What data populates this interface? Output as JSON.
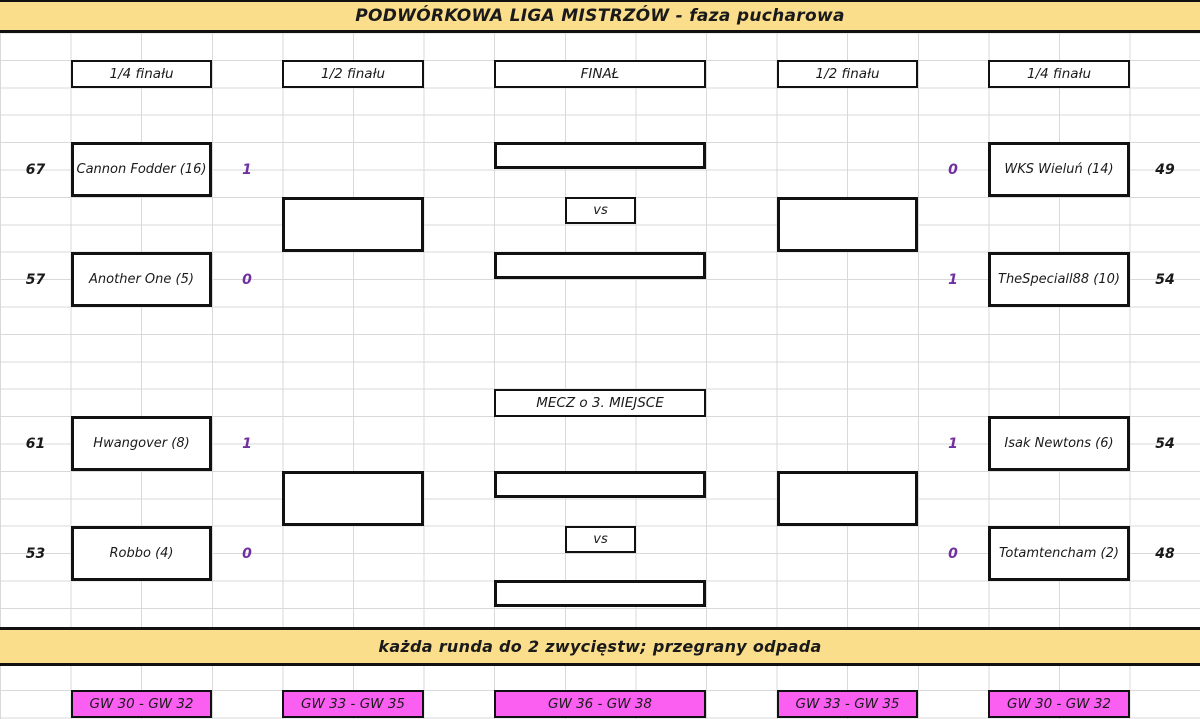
{
  "title": "PODWÓRKOWA LIGA MISTRZÓW - faza pucharowa",
  "rules": "każda runda do 2 zwycięstw; przegrany odpada",
  "rounds": {
    "left_quarter": "1/4 finału",
    "left_semi": "1/2 finału",
    "final": "FINAŁ",
    "right_semi": "1/2 finału",
    "right_quarter": "1/4 finału",
    "third_place": "MECZ o 3. MIEJSCE"
  },
  "vs": "vs",
  "left_bracket": [
    {
      "points": "67",
      "team": "Cannon Fodder (16)",
      "wins": "1"
    },
    {
      "points": "57",
      "team": "Another One (5)",
      "wins": "0"
    },
    {
      "points": "61",
      "team": "Hwangover (8)",
      "wins": "1"
    },
    {
      "points": "53",
      "team": "Robbo (4)",
      "wins": "0"
    }
  ],
  "right_bracket": [
    {
      "wins": "0",
      "team": "WKS Wieluń (14)",
      "points": "49"
    },
    {
      "wins": "1",
      "team": "TheSpeciall88 (10)",
      "points": "54"
    },
    {
      "wins": "1",
      "team": "Isak Newtons (6)",
      "points": "54"
    },
    {
      "wins": "0",
      "team": "Totamtencham (2)",
      "points": "48"
    }
  ],
  "gameweeks": [
    "GW 30 - GW 32",
    "GW 33 - GW 35",
    "GW 36 - GW 38",
    "GW 33 - GW 35",
    "GW 30 - GW 32"
  ],
  "colors": {
    "banner_bg": "#FADE8C",
    "gameweek_bg": "#FA5FF2",
    "wins_text": "#7030A0",
    "gridline": "#D9D9D9"
  }
}
